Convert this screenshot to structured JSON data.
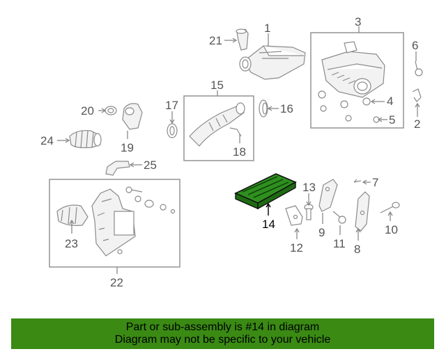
{
  "diagram": {
    "highlighted_part": "14",
    "part_numbers": [
      "1",
      "2",
      "3",
      "4",
      "5",
      "6",
      "7",
      "8",
      "9",
      "10",
      "11",
      "12",
      "13",
      "14",
      "15",
      "16",
      "17",
      "18",
      "19",
      "20",
      "21",
      "22",
      "23",
      "24",
      "25"
    ],
    "colors": {
      "highlight_part": "#2f8f1f",
      "banner": "#3a8a14",
      "line": "#888888"
    }
  },
  "footer": {
    "line1": "Part or sub-assembly is #14 in diagram",
    "line2": "Diagram may not be specific to your vehicle"
  }
}
